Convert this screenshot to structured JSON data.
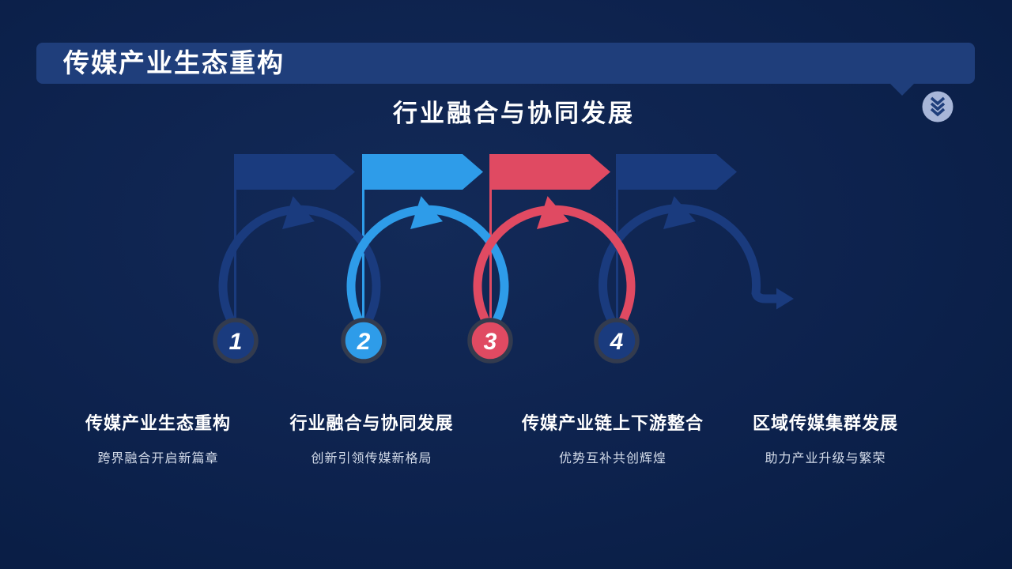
{
  "slide": {
    "title": "传媒产业生态重构",
    "subtitle": "行业融合与协同发展"
  },
  "header": {
    "collapse_icon": "triple-chevron-down-icon"
  },
  "steps": [
    {
      "number": "1",
      "color": "#1a3b7e",
      "label": "传媒产业生态重构",
      "sublabel": "跨界融合开启新篇章"
    },
    {
      "number": "2",
      "color": "#2e9ce9",
      "label": "行业融合与协同发展",
      "sublabel": "创新引领传媒新格局"
    },
    {
      "number": "3",
      "color": "#e04a62",
      "label": "传媒产业链上下游整合",
      "sublabel": "优势互补共创辉煌"
    },
    {
      "number": "4",
      "color": "#1a3b7e",
      "label": "区域传媒集群发展",
      "sublabel": "助力产业升级与繁荣"
    }
  ],
  "colors": {
    "background_center": "#132a58",
    "background_edge": "#081c42",
    "banner": "#1f3e7b",
    "circle_ring": "#333b4e",
    "icon_background": "#a8b6d8",
    "text_primary": "#ffffff",
    "text_secondary": "#d4dcea"
  }
}
